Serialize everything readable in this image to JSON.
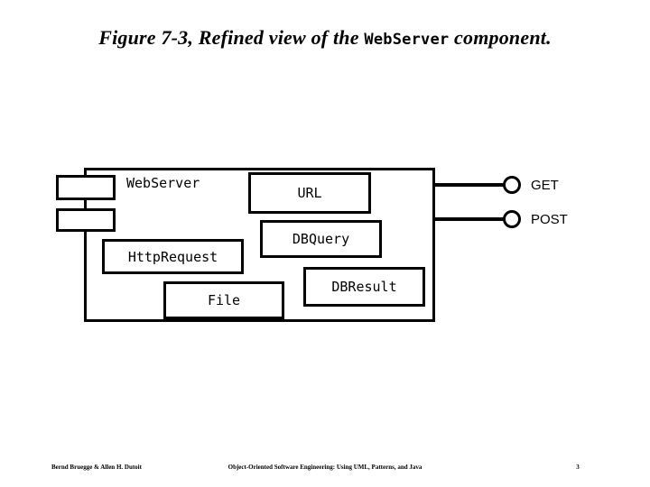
{
  "slide": {
    "title": {
      "prefix": "Figure 7-3, Refined view of the ",
      "mono_term": "WebServer",
      "suffix": " component."
    }
  },
  "diagram": {
    "type": "uml-component-diagram",
    "component": {
      "name": "WebServer",
      "stereotype_shape": "component",
      "inner_elements": [
        {
          "name": "URL"
        },
        {
          "name": "DBQuery"
        },
        {
          "name": "DBResult"
        },
        {
          "name": "HttpRequest"
        },
        {
          "name": "File"
        }
      ]
    },
    "provided_interfaces": [
      {
        "name": "GET"
      },
      {
        "name": "POST"
      }
    ]
  },
  "footer": {
    "authors": "Bernd Bruegge & Allen H. Dutoit",
    "book": "Object-Oriented Software Engineering: Using UML, Patterns, and Java",
    "page": "3"
  },
  "colors": {
    "ink": "#000000",
    "paper": "#ffffff"
  }
}
